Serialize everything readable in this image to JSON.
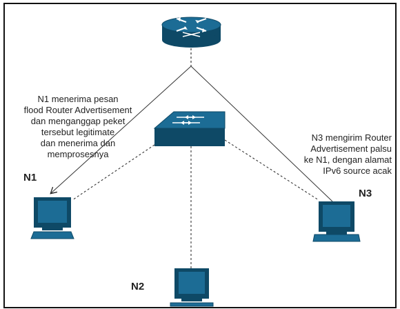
{
  "messages": {
    "n1_description": "N1 menerima pesan\nflood Router Advertisement\ndan menganggap peket\ntersebut legitimate\ndan menerima dan\nmemprosesnya",
    "n3_description": "N3 mengirim Router\nAdvertisement palsu\nke N1, dengan alamat\nIPv6 source acak"
  },
  "nodes": {
    "n1": "N1",
    "n2": "N2",
    "n3": "N3"
  },
  "colors": {
    "device_fill": "#1c6c95",
    "device_dark": "#0e4966",
    "border": "#111111",
    "line": "#333333"
  },
  "icons": {
    "router": "router-icon",
    "switch": "switch-icon",
    "computer": "computer-icon"
  }
}
